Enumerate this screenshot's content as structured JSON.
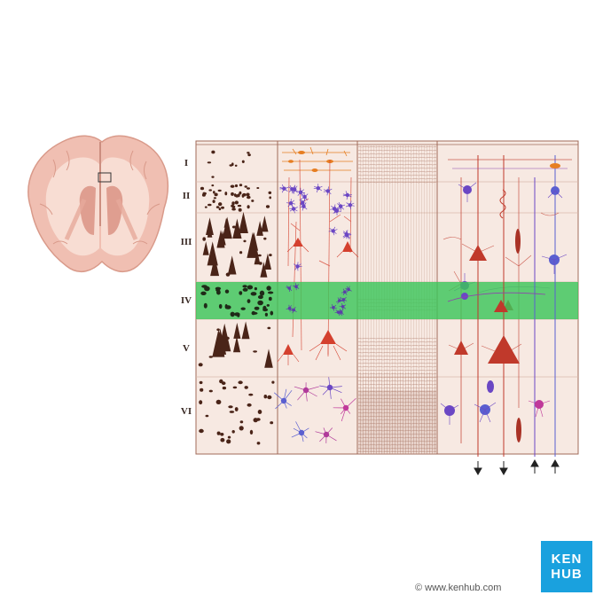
{
  "layers": [
    {
      "label": "I"
    },
    {
      "label": "II"
    },
    {
      "label": "III"
    },
    {
      "label": "IV"
    },
    {
      "label": "V"
    },
    {
      "label": "VI"
    }
  ],
  "highlighted_layer": "IV",
  "colors": {
    "background_tissue": "#f7e9e2",
    "border": "#a06b5a",
    "highlight": "#3cc65a",
    "pyramidal_red": "#d4402e",
    "stellate_purple": "#6b47c4",
    "orange_neuron": "#e67e22",
    "nissl_brown": "#4a2418",
    "logo_blue": "#1aa1de"
  },
  "logo": {
    "line1": "KEN",
    "line2": "HUB"
  },
  "credit": "© www.kenhub.com",
  "arrows": [
    "down",
    "down",
    "up",
    "up"
  ]
}
